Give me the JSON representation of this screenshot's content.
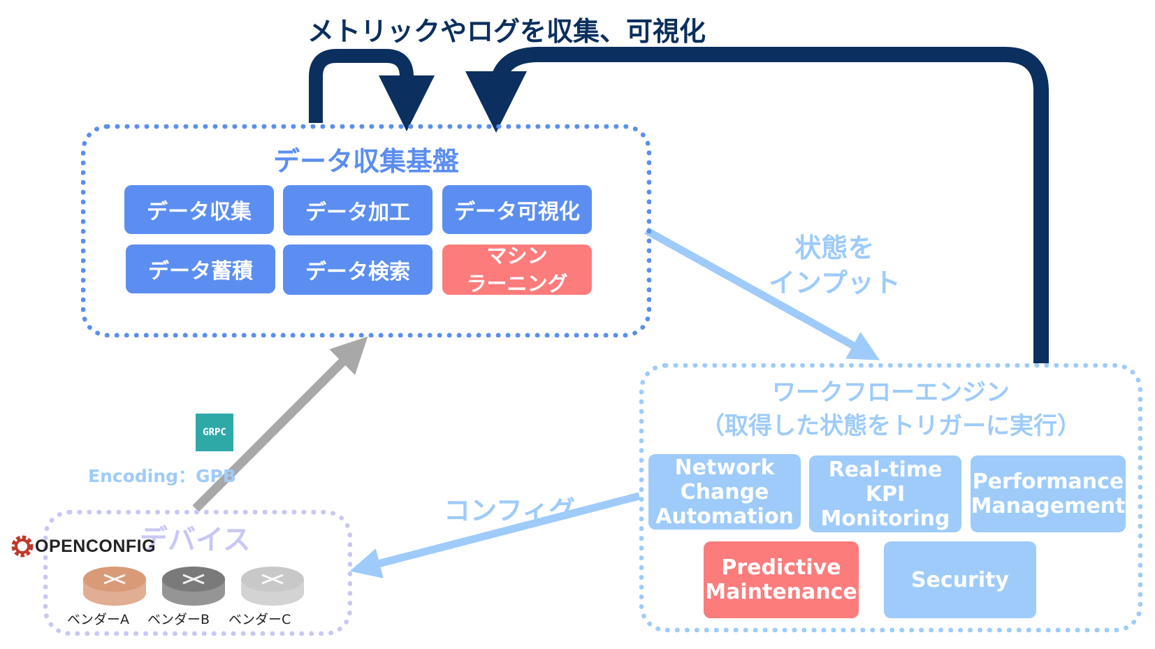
{
  "title": "メトリックやログを収集、可視化",
  "data_platform": {
    "title": "データ収集基盤",
    "items": [
      {
        "label": "データ収集"
      },
      {
        "label": "データ加工"
      },
      {
        "label": "データ可視化"
      },
      {
        "label": "データ蓄積"
      },
      {
        "label": "データ検索"
      },
      {
        "label": "マシン\nラーニング"
      }
    ]
  },
  "state_input_label": "状態を\nインプット",
  "workflow_engine": {
    "title": "ワークフローエンジン",
    "subtitle": "（取得した状態をトリガーに実行）",
    "items": [
      {
        "label": "Network\nChange\nAutomation"
      },
      {
        "label": "Real-time\nKPI\nMonitoring"
      },
      {
        "label": "Performance\nManagement"
      },
      {
        "label": "Predictive\nMaintenance"
      },
      {
        "label": "Security"
      }
    ]
  },
  "config_label": "コンフィグ",
  "encoding_label": "Encoding：GPB",
  "grpc_logo": "GRPC",
  "openconfig_logo": "OPENCONFIG",
  "devices": {
    "title": "デバイス",
    "vendors": [
      {
        "label": "ベンダーA",
        "color": "#d99a78"
      },
      {
        "label": "ベンダーB",
        "color": "#7a7a7a"
      },
      {
        "label": "ベンダーC",
        "color": "#c8c8c8"
      }
    ]
  },
  "colors": {
    "dark_navy": "#0b2f5e",
    "blue": "#5b8ef0",
    "light_blue": "#9ecbfa",
    "red": "#fc7c7c",
    "lavender": "#c8c8f4",
    "grey_arrow": "#a8a8a8"
  }
}
